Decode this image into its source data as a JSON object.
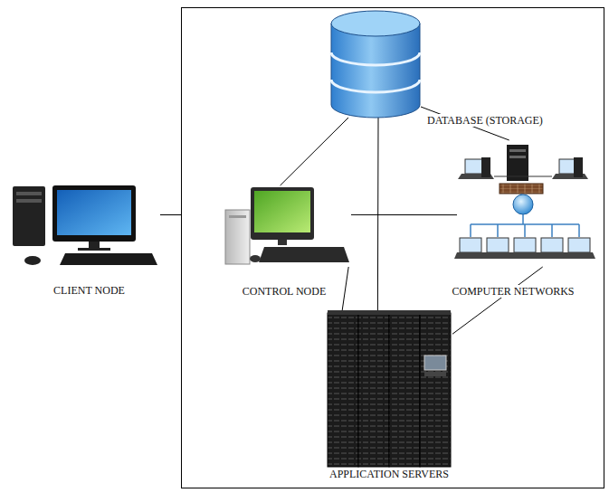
{
  "diagram": {
    "nodes": [
      {
        "text": [
          "DATABASE (STORAGE)"
        ]
      },
      {
        "text": [
          "CLIENT NODE"
        ]
      },
      {
        "text": [
          "CONTROL NODE"
        ]
      },
      {
        "text": [
          "COMPUTER NETWORKS"
        ]
      },
      {
        "text": [
          "APPLICATION SERVERS"
        ]
      }
    ],
    "edges": [
      {
        "from": 0,
        "to": 2,
        "arrow": "none"
      },
      {
        "from": 0,
        "to": 4,
        "arrow": "none"
      },
      {
        "from": 0,
        "to": 3,
        "arrow": "none"
      },
      {
        "from": 2,
        "to": 3,
        "arrow": "none"
      },
      {
        "from": 2,
        "to": 4,
        "arrow": "none"
      },
      {
        "from": 3,
        "to": 4,
        "arrow": "none"
      }
    ]
  }
}
